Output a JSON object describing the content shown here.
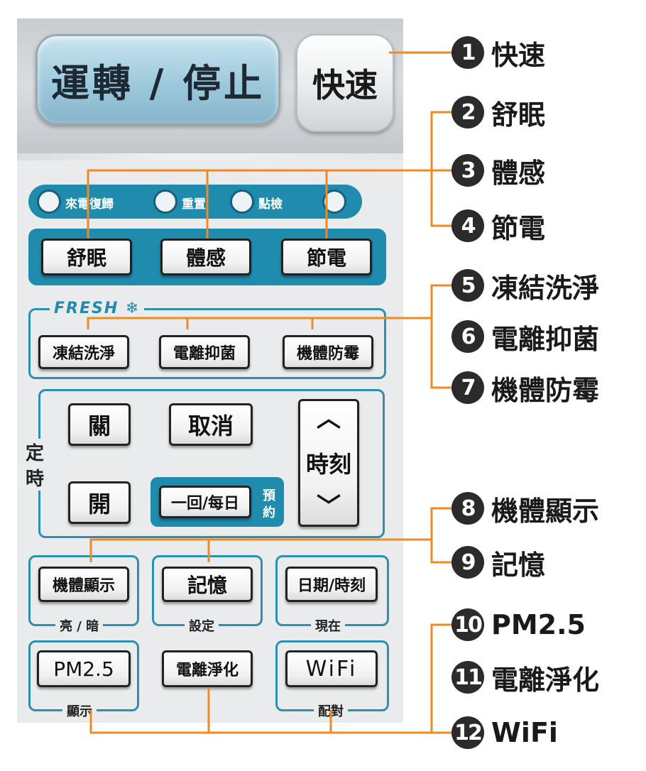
{
  "top": {
    "run_stop": "運轉 / 停止",
    "fast": "快速"
  },
  "lamps": [
    "來電復歸",
    "重置",
    "點檢"
  ],
  "row_mode": [
    "舒眠",
    "體感",
    "節電"
  ],
  "fresh": {
    "label": "FRESH ❄",
    "buttons": [
      "凍結洗淨",
      "電離抑菌",
      "機體防霉"
    ]
  },
  "timer": {
    "label_1": "定",
    "label_2": "時",
    "off": "關",
    "on": "開",
    "cancel": "取消",
    "once_daily": "一回/每日",
    "reserve_1": "預",
    "reserve_2": "約",
    "up": "︿",
    "time": "時刻",
    "down": "﹀"
  },
  "row_display": {
    "display": "機體顯示",
    "display_sub": "亮 / 暗",
    "memory": "記憶",
    "memory_sub": "設定",
    "date_time": "日期/時刻",
    "date_time_sub": "現在"
  },
  "row_bottom": {
    "pm25": "PM2.5",
    "pm25_sub": "顯示",
    "ion": "電離淨化",
    "wifi": "WiFi",
    "wifi_sub": "配對"
  },
  "legend": [
    {
      "n": "1",
      "text": "快速"
    },
    {
      "n": "2",
      "text": "舒眠"
    },
    {
      "n": "3",
      "text": "體感"
    },
    {
      "n": "4",
      "text": "節電"
    },
    {
      "n": "5",
      "text": "凍結洗淨"
    },
    {
      "n": "6",
      "text": "電離抑菌"
    },
    {
      "n": "7",
      "text": "機體防霉"
    },
    {
      "n": "8",
      "text": "機體顯示"
    },
    {
      "n": "9",
      "text": "記憶"
    },
    {
      "n": "10",
      "text": "PM2.5"
    },
    {
      "n": "11",
      "text": "電離淨化"
    },
    {
      "n": "12",
      "text": "WiFi"
    }
  ],
  "colors": {
    "accent": "#1f8bad",
    "leader_line": "#f08a24"
  }
}
